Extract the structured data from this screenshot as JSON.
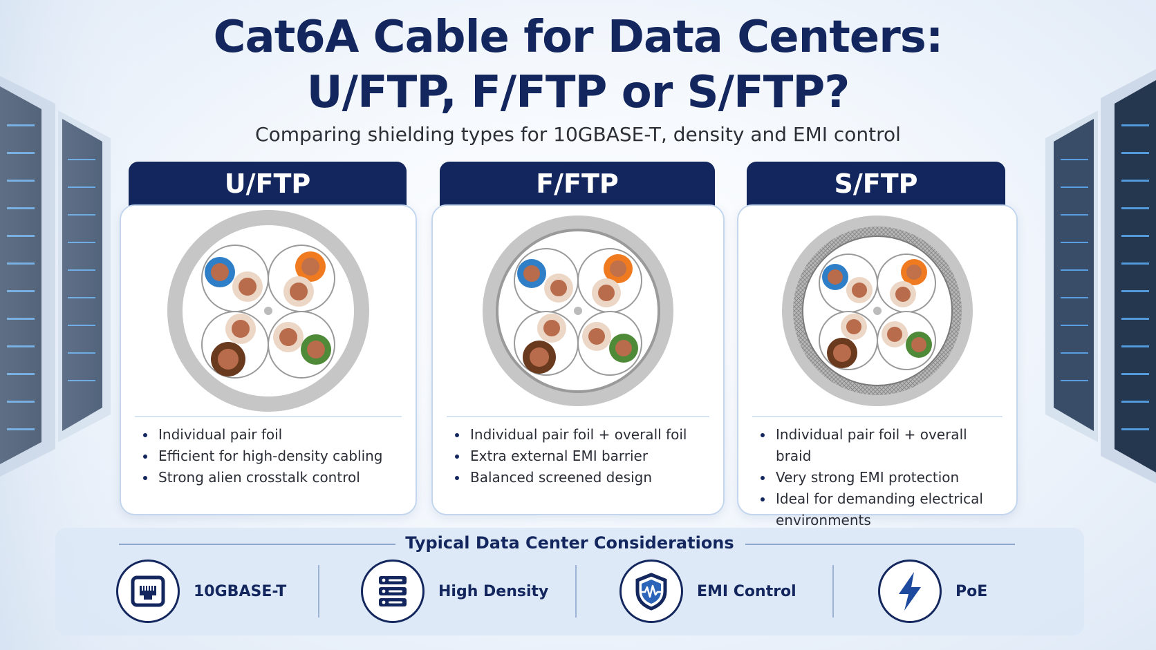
{
  "page": {
    "title_line1": "Cat6A Cable for Data Centers:",
    "title_line2": "U/FTP, F/FTP or S/FTP?",
    "subtitle": "Comparing shielding types for 10GBASE-T, density and EMI control"
  },
  "colors": {
    "navy": "#13275e",
    "pair_blue": "#2f7fc8",
    "pair_orange": "#f07a20",
    "pair_brown": "#6a3a1f",
    "pair_green": "#4e8a38",
    "copper": "#b86c4c",
    "jacket_grey": "#c8c8c8"
  },
  "cards": [
    {
      "name": "U/FTP",
      "shield": "pair-foil",
      "bullets": [
        "Individual pair foil",
        "Efficient for high-density cabling",
        "Strong alien crosstalk control"
      ]
    },
    {
      "name": "F/FTP",
      "shield": "pair-foil-overall-foil",
      "bullets": [
        "Individual pair foil + overall foil",
        "Extra external EMI barrier",
        "Balanced screened design"
      ]
    },
    {
      "name": "S/FTP",
      "shield": "pair-foil-overall-braid",
      "bullets": [
        "Individual pair foil + overall braid",
        "Very strong EMI protection",
        "Ideal for demanding electrical environments"
      ]
    }
  ],
  "considerations": {
    "title": "Typical Data Center Considerations",
    "items": [
      {
        "label": "10GBASE-T",
        "icon": "ethernet-port-icon"
      },
      {
        "label": "High Density",
        "icon": "server-rack-icon"
      },
      {
        "label": "EMI Control",
        "icon": "shield-wave-icon"
      },
      {
        "label": "PoE",
        "icon": "lightning-bolt-icon"
      }
    ]
  }
}
